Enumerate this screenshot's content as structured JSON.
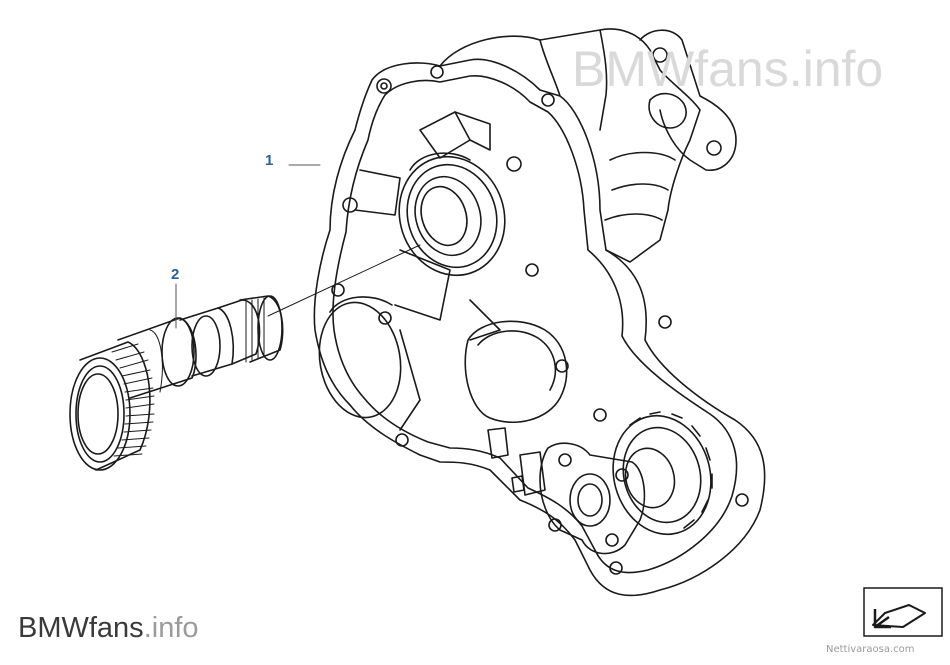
{
  "callouts": [
    {
      "id": "1",
      "label": "1"
    },
    {
      "id": "2",
      "label": "2"
    }
  ],
  "watermarks": {
    "top": "BMWfans.info",
    "bottom_brand": "BMWfans",
    "bottom_suffix": ".info",
    "corner": "Nettivaraosa.com"
  },
  "icons": {
    "navigation": "return-arrow-icon"
  },
  "colors": {
    "callout": "#2b5f8f",
    "line_art": "#1a1a1a",
    "watermark": "#d9d9d9"
  }
}
